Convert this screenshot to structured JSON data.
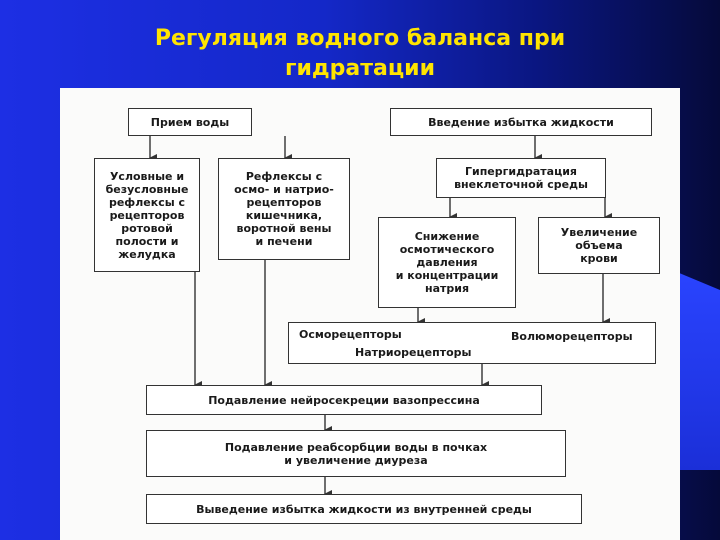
{
  "title": {
    "line1": "Регуляция водного баланса при",
    "line2": "гидратации"
  },
  "boxes": {
    "intake": "Прием воды",
    "excess_input": "Введение избытка жидкости",
    "reflexes_oral": "Условные и\nбезусловные\nрефлексы с\nрецепторов\nротовой\nполости и\nжелудка",
    "reflexes_osmo": "Рефлексы с\nосмо- и натрио-\nрецепторов\nкишечника,\nворотной вены\nи печени",
    "hyperhydration": "Гипергидратация\nвнеклеточной среды",
    "osmotic_decrease": "Снижение\nосмотического\nдавления\nи концентрации\nнатрия",
    "blood_volume": "Увеличение\nобъема\nкрови",
    "receptors": {
      "osmo": "Осморецепторы",
      "volume": "Волюморецепторы",
      "natrio": "Натриорецепторы"
    },
    "vasopressin": "Подавление нейросекреции вазопрессина",
    "reabsorption": "Подавление реабсорбции воды в почках\nи увеличение диуреза",
    "excretion": "Выведение избытка жидкости из внутренней среды"
  }
}
